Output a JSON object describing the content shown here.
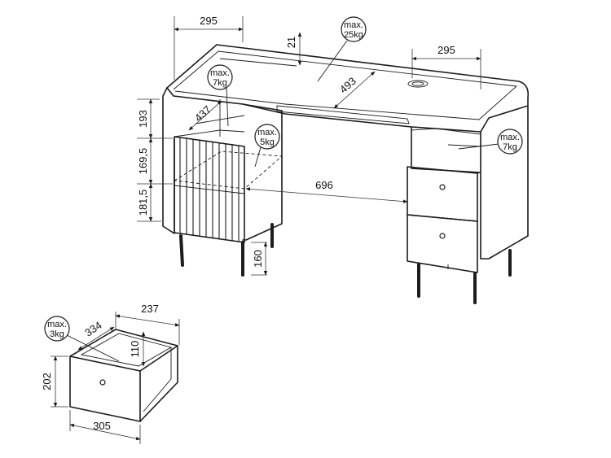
{
  "dimensions": {
    "top_depth_left": "295",
    "top_depth_right": "295",
    "rim_height": "21",
    "top_inner_depth": "493",
    "shelf_height": "193",
    "drawer1_height": "169,5",
    "drawer2_height": "181,5",
    "shelf_depth": "437",
    "knee_width": "696",
    "leg_height": "160",
    "drawer_depth": "334",
    "drawer_width_inner": "237",
    "drawer_inner_height": "110",
    "drawer_front_height": "202",
    "drawer_front_width": "305"
  },
  "load_labels": {
    "top": {
      "max": "max.",
      "weight": "25kg"
    },
    "left_shelf": {
      "max": "max.",
      "weight": "7kg"
    },
    "middle_shelf": {
      "max": "max.",
      "weight": "5kg"
    },
    "right_shelf": {
      "max": "max.",
      "weight": "7kg"
    },
    "drawer": {
      "max": "max.",
      "weight": "3kg"
    }
  }
}
